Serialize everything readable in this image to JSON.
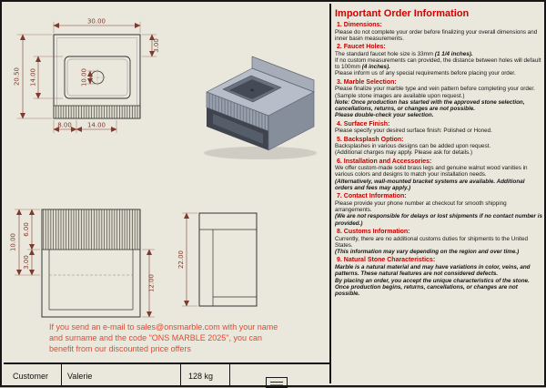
{
  "info_panel": {
    "title": "Important Order Information",
    "sections": [
      {
        "heading": "1. Dimensions:",
        "paras": [
          [
            {
              "t": "Please do not complete your order before finalizing your overall dimensions and inner basin measurements.",
              "em": false
            }
          ]
        ]
      },
      {
        "heading": "2. Faucet Holes:",
        "paras": [
          [
            {
              "t": "The standard faucet hole size is 33mm ",
              "em": false
            },
            {
              "t": "(1 1/4 inches).",
              "em": true
            }
          ],
          [
            {
              "t": "If no custom measurements can provided, the distance between holes will default to 100mm ",
              "em": false
            },
            {
              "t": "(4 inches).",
              "em": true
            }
          ],
          [
            {
              "t": "Please inform us of any special requirements before placing your order.",
              "em": false
            }
          ]
        ]
      },
      {
        "heading": "3. Marble Selection:",
        "paras": [
          [
            {
              "t": "Please finalize your marble type and vein pattern before completing your order.",
              "em": false
            }
          ],
          [
            {
              "t": "(Sample stone images are available upon request.)",
              "em": false
            }
          ],
          [
            {
              "t": "Note: Once production has started with the approved stone selection, cancellations, returns, or changes are not possible.",
              "em": true
            }
          ],
          [
            {
              "t": "Please double-check your selection.",
              "em": true
            }
          ]
        ]
      },
      {
        "heading": "4. Surface Finish:",
        "paras": [
          [
            {
              "t": "Please specify your desired surface finish: Polished or Honed.",
              "em": false
            }
          ]
        ]
      },
      {
        "heading": "5. Backsplash Option:",
        "paras": [
          [
            {
              "t": "Backsplashes in various designs can be added upon request.",
              "em": false
            }
          ],
          [
            {
              "t": "(Additional charges may apply. Please ask for details.)",
              "em": false
            }
          ]
        ]
      },
      {
        "heading": "6. Installation and Accessories:",
        "paras": [
          [
            {
              "t": "We offer custom-made solid brass legs and genuine walnut wood vanities in various colors and designs to match your installation needs.",
              "em": false
            }
          ],
          [
            {
              "t": "(Alternatively, wall-mounted bracket systems are available. Additional orders and fees may apply.)",
              "em": true
            }
          ]
        ]
      },
      {
        "heading": "7. Contact Information:",
        "paras": [
          [
            {
              "t": "Please provide your phone number at checkout for smooth shipping arrangements.",
              "em": false
            }
          ],
          [
            {
              "t": "(We are not responsible for delays or lost shipments if no contact number is provided.)",
              "em": true
            }
          ]
        ]
      },
      {
        "heading": "8. Customs Information:",
        "paras": [
          [
            {
              "t": "Currently, there are no additional customs duties for shipments to the United States.",
              "em": false
            }
          ],
          [
            {
              "t": "(This information may vary depending on the region and over time.)",
              "em": true
            }
          ]
        ]
      },
      {
        "heading": "9. Natural Stone Characteristics:",
        "paras": [
          [
            {
              "t": "Marble is a natural material and may have variations in color, veins, and patterns. These natural features are not considered defects.",
              "em": true
            }
          ],
          [
            {
              "t": "By placing an order, you accept the unique characteristics of the stone. Once production begins, returns, cancellations, or changes are not possible.",
              "em": true
            }
          ]
        ]
      }
    ]
  },
  "promo": {
    "lines": [
      "If you send an e-mail to sales@onsmarble.com with your name",
      "and surname and the code \"ONS MARBLE 2025\", you can",
      "benefit from our discounted price offers"
    ]
  },
  "title_block": {
    "customer_label": "Customer",
    "customer_value": "Valerie",
    "weight": "128 kg"
  },
  "drawings": {
    "top_view": {
      "overall_width": "30.00",
      "overall_depth": "20.50",
      "basin_depth": "14.00",
      "drain_dia": "10.00",
      "edge_left": "8.00",
      "basin_width": "14.00",
      "back_edge": "3.00"
    },
    "front_view": {
      "apron_height": "6.00",
      "total_depth": "10.00",
      "wall": "3.00",
      "cavity_height": "12.00"
    },
    "side_view": {
      "height": "22.00"
    }
  },
  "colors": {
    "accent_red": "#d40000",
    "promo_red": "#e8472e",
    "dim_color": "#7d3b30"
  }
}
